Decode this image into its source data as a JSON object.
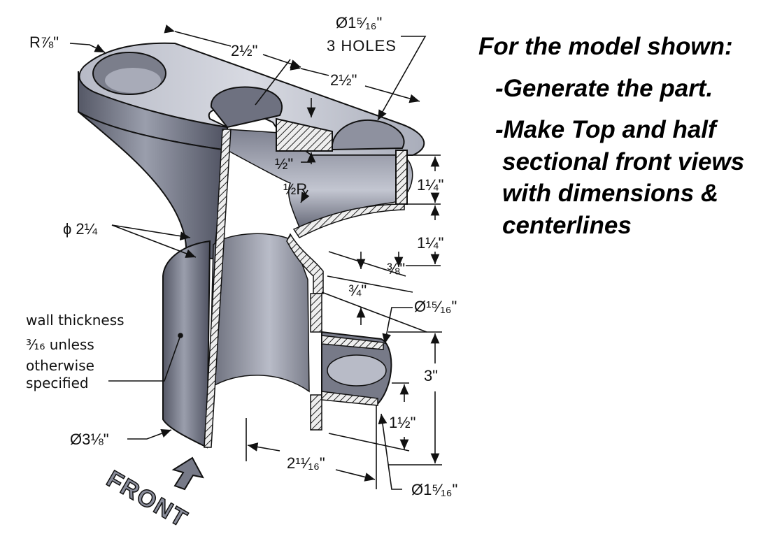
{
  "instructions": {
    "heading": "For the model shown:",
    "step1": "-Generate the part.",
    "step2a": "-Make Top and half",
    "step2b": "sectional front views",
    "step2c": "with dimensions &",
    "step2d": "centerlines"
  },
  "dimensions": {
    "top_radius": "R⅞\"",
    "length_1": "2½\"",
    "length_2": "2½\"",
    "hole_diameter": "Ø1⁵⁄₁₆\"",
    "holes_note": "3 HOLES",
    "flange_thickness": "½\"",
    "fillet_radius": "½R",
    "neck_diameter": "ϕ 2¼",
    "height_upper": "1¼\"",
    "height_middle": "1¼\"",
    "step_3_8": "⅜\"",
    "step_3_4": "¾\"",
    "boss_inner_diameter": "Ø¹⁵⁄₁₆\"",
    "height_3": "3\"",
    "boss_offset": "1½\"",
    "base_diameter": "Ø3⅛\"",
    "boss_distance": "2¹¹⁄₁₆\"",
    "boss_outer_diameter": "Ø1⁵⁄₁₆\""
  },
  "wall_note": {
    "line1": "wall thickness",
    "line2": "³⁄₁₆ unless",
    "line3": "otherwise",
    "line4": "specified"
  },
  "front_label": "FRONT",
  "colors": {
    "body_dark": "#4a4d58",
    "body_mid": "#8a8e9c",
    "body_light": "#c9ccd6",
    "hatch": "#222222",
    "text": "#111111"
  }
}
